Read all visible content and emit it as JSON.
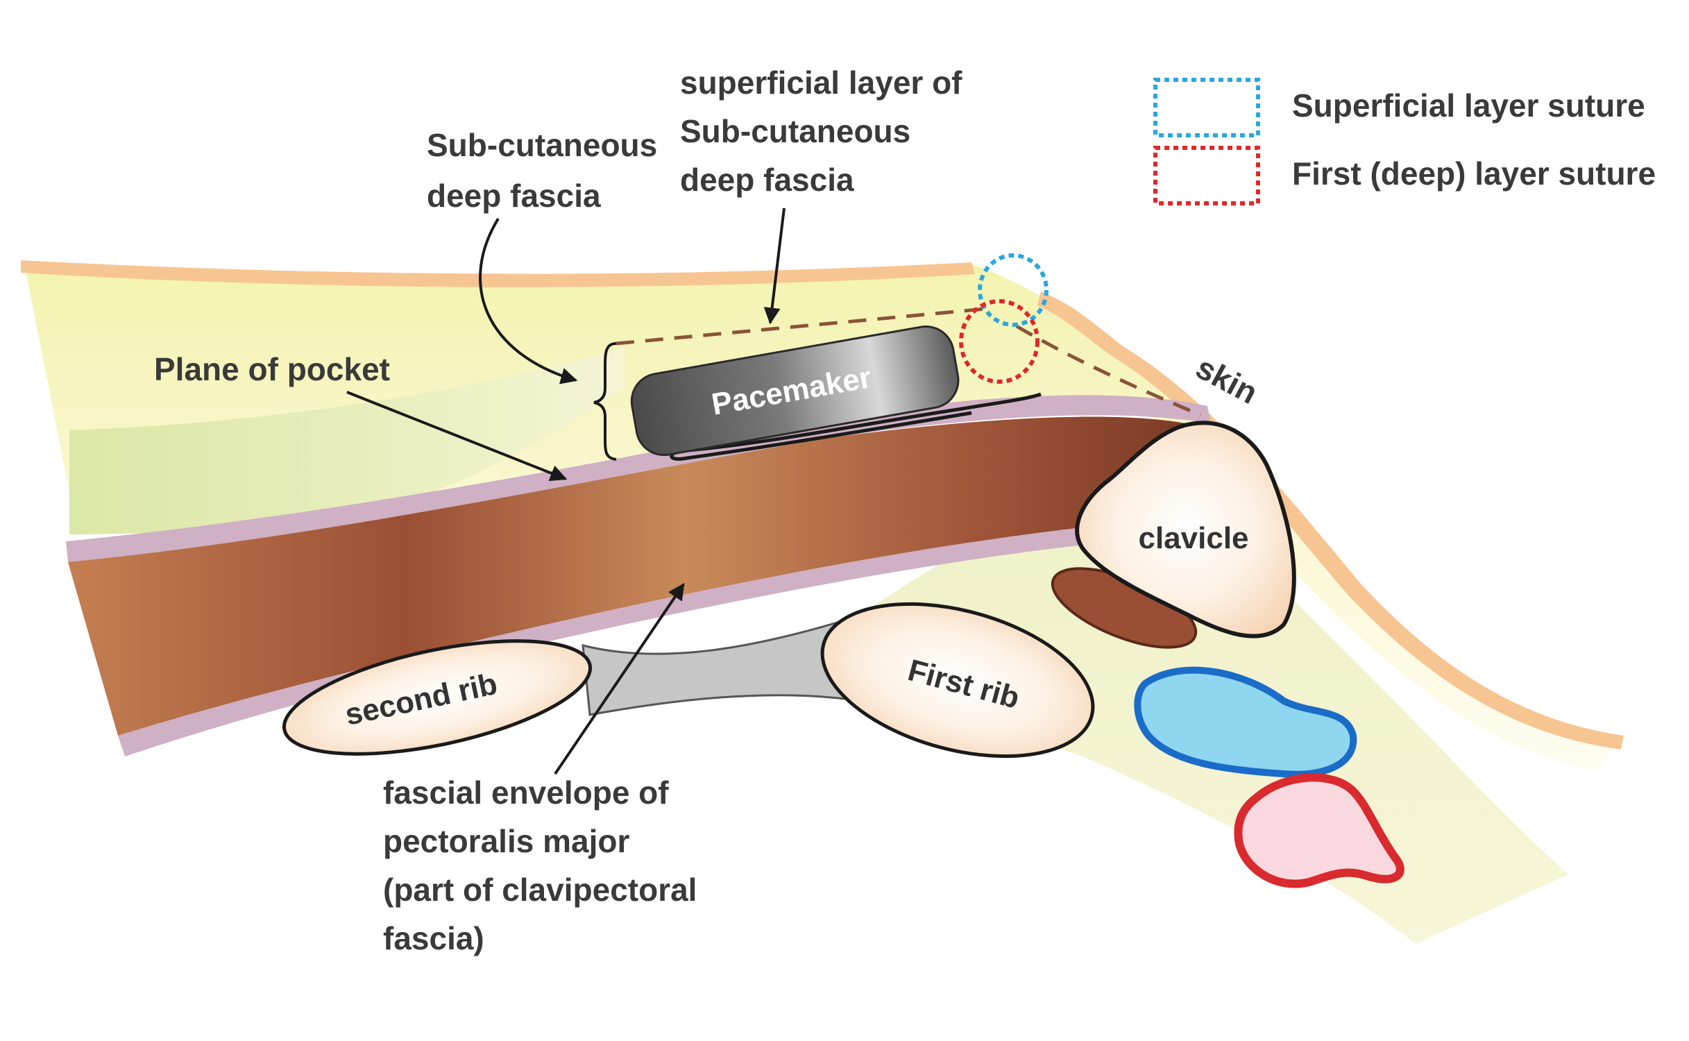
{
  "legend": {
    "items": [
      {
        "label": "Superficial layer suture",
        "color": "#2aa7e0"
      },
      {
        "label": "First (deep) layer suture",
        "color": "#e0272a"
      }
    ]
  },
  "labels": {
    "superficial_layer": [
      "superficial layer of",
      "Sub-cutaneous",
      "deep fascia"
    ],
    "subcutaneous": [
      "Sub-cutaneous",
      "deep fascia"
    ],
    "plane_of_pocket": "Plane of pocket",
    "pacemaker": "Pacemaker",
    "skin": "skin",
    "clavicle": "clavicle",
    "first_rib": "First rib",
    "second_rib": "second rib",
    "fascial_envelope": [
      "fascial envelope of",
      "pectoralis major",
      "(part of clavipectoral",
      "fascia)"
    ]
  },
  "colors": {
    "skin": "#f7c592",
    "subcutaneous": "#fbf6c4",
    "fascia_green": "#d9e7a6",
    "muscle": "#9c5538",
    "fascial_envelope": "#cfb0c4",
    "bone_fill": "#fbe3cf",
    "vein": "#8fd6f0",
    "vein_border": "#1b6cc9",
    "artery": "#f9d9df",
    "artery_border": "#d92a2f",
    "pacemaker": "#5c5c5c"
  }
}
